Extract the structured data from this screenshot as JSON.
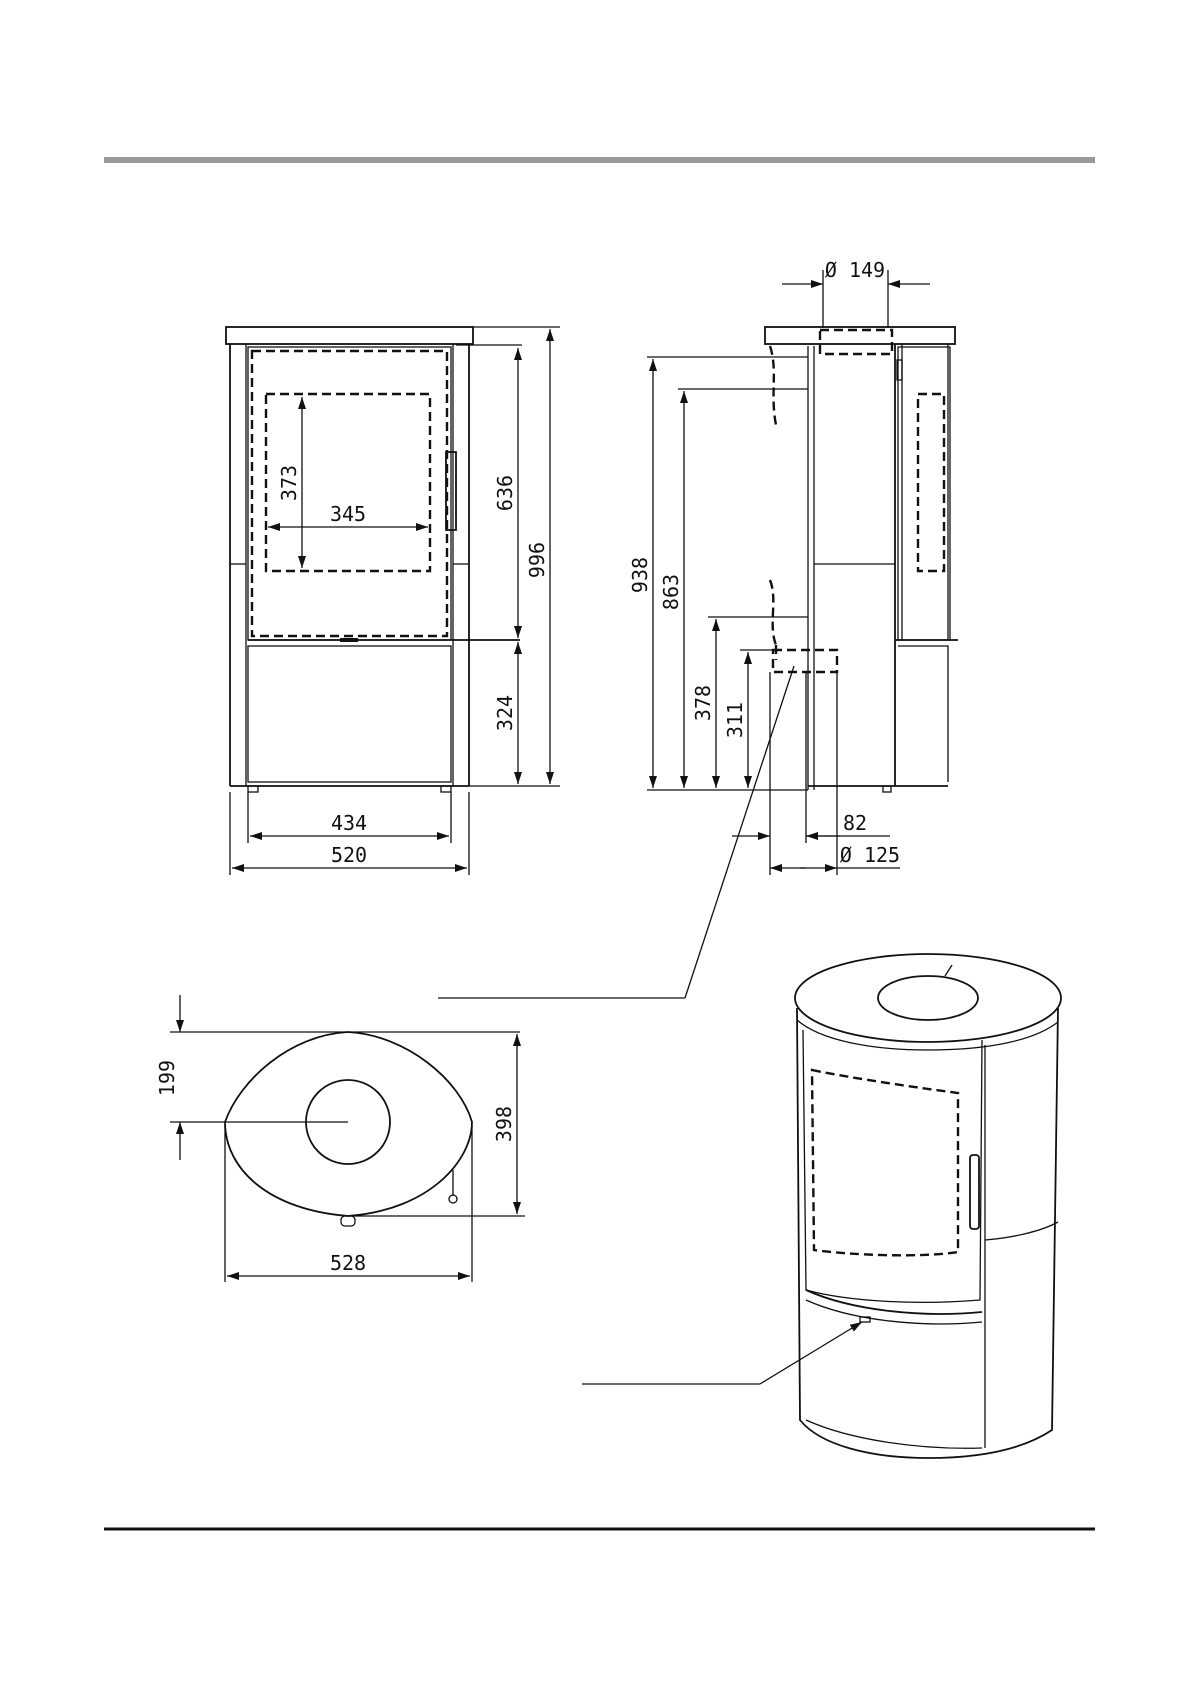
{
  "colors": {
    "top_rule": "#9a9a9a",
    "bottom_rule": "#111111",
    "line": "#111111"
  },
  "front_view": {
    "dim_373": "373",
    "dim_345": "345",
    "dim_636": "636",
    "dim_996": "996",
    "dim_324": "324",
    "dim_434": "434",
    "dim_520": "520"
  },
  "side_view": {
    "dia_149": "Ø 149",
    "dim_938": "938",
    "dim_863": "863",
    "dim_378": "378",
    "dim_311": "311",
    "dim_82": "82",
    "dia_125": "Ø 125"
  },
  "top_view": {
    "dim_199": "199",
    "dim_398": "398",
    "dim_528": "528"
  }
}
